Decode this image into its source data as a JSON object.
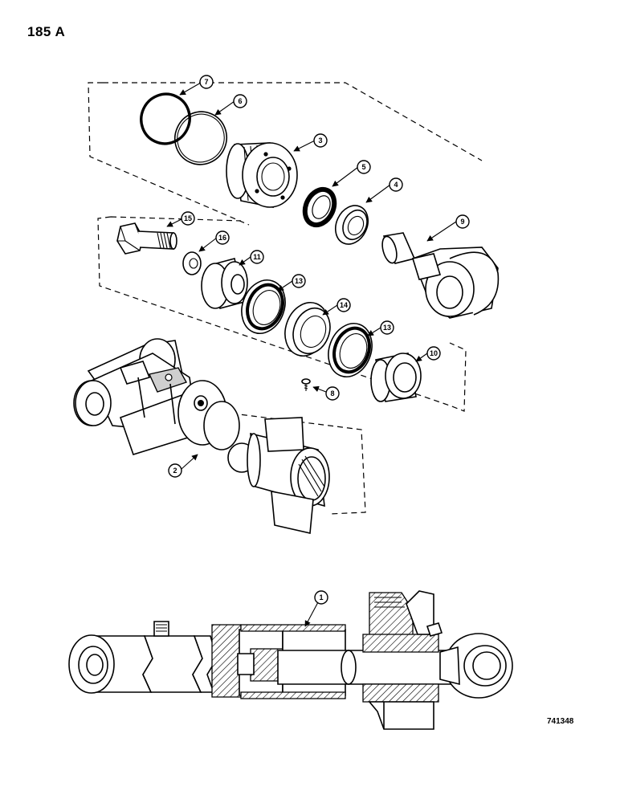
{
  "page_label": "185 A",
  "drawing_number": "741348",
  "callouts": {
    "c1": "1",
    "c2": "2",
    "c3": "3",
    "c4": "4",
    "c5": "5",
    "c6": "6",
    "c7": "7",
    "c8": "8",
    "c9": "9",
    "c10": "10",
    "c11": "11",
    "c13a": "13",
    "c13b": "13",
    "c14": "14",
    "c15": "15",
    "c16": "16"
  }
}
